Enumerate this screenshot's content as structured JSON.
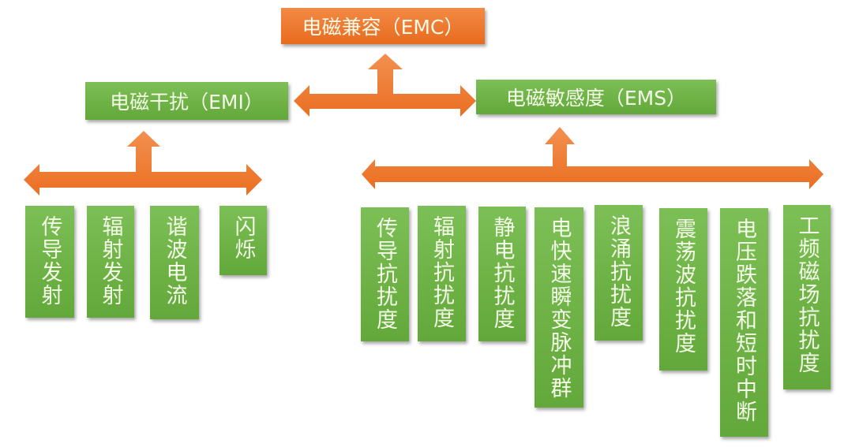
{
  "colors": {
    "orange": "#ec7426",
    "green": "#6bb044",
    "text": "#f4fbe8"
  },
  "root": {
    "label": "电磁兼容（EMC）"
  },
  "emi": {
    "label": "电磁干扰（EMI）",
    "children": [
      "传导发射",
      "辐射发射",
      "谐波电流",
      "闪烁"
    ]
  },
  "ems": {
    "label": "电磁敏感度（EMS）",
    "children": [
      "传导抗扰度",
      "辐射抗扰度",
      "静电抗扰度",
      "电快速瞬变脉冲群",
      "浪涌抗扰度",
      "震荡波抗扰度",
      "电压跌落和短时中断",
      "工频磁场抗扰度"
    ]
  },
  "connectors": [
    "double-arrow-emi-ems-with-up-arrow-to-emc",
    "double-arrow-emi-children-with-up-arrow",
    "double-arrow-ems-children-with-up-arrow"
  ]
}
